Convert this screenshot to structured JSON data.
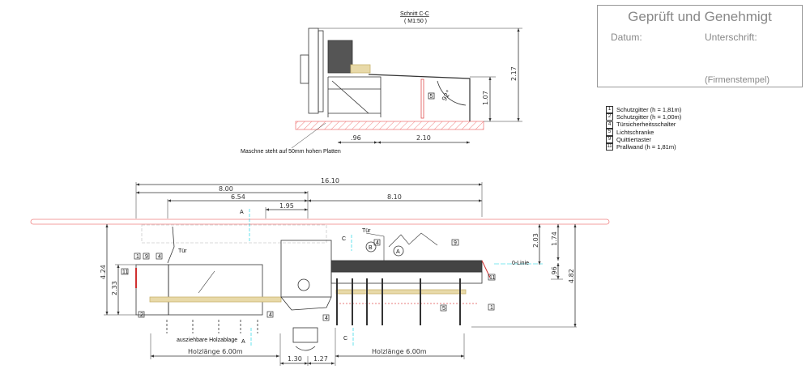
{
  "approval": {
    "title": "Geprüft und Genehmigt",
    "date_label": "Datum:",
    "signature_label": "Unterschrift:",
    "stamp_label": "(Firmenstempel)"
  },
  "legend": [
    {
      "num": "1",
      "text": "Schutzgitter (h = 1,81m)"
    },
    {
      "num": "2",
      "text": "Schutzgitter (h = 1,00m)"
    },
    {
      "num": "4",
      "text": "Türsicherheitsschalter"
    },
    {
      "num": "5",
      "text": "Lichtschranke"
    },
    {
      "num": "9",
      "text": "Quittiertaster"
    },
    {
      "num": "11",
      "text": "Prallwand (h = 1,81m)"
    }
  ],
  "section": {
    "title": "Schnitt C-C",
    "scale": "( M1:50 )",
    "note": "Maschne steht auf 50mm hohen Platten",
    "dims": {
      "d096": ".96",
      "d210": "2.10",
      "d217": "2.17",
      "d107": "1.07",
      "angle": "92°"
    },
    "marker": "5"
  },
  "plan": {
    "dims": {
      "total": "16.10",
      "left": "8.00",
      "right": "8.10",
      "d654": "6.54",
      "d195": "1.95",
      "d424": "4.24",
      "d233": "2.33",
      "d203": "2.03",
      "d174": "1.74",
      "d096": ".96",
      "d482": "4.82",
      "d130": "1.30",
      "d127": "1.27"
    },
    "wood_length_left": "Holzlänge  6.00m",
    "wood_length_right": "Holzlänge  6.00m",
    "extendable": "ausziehbare Holzablage",
    "zero_line": "0-Linie",
    "door": "Tür",
    "section_a": "A",
    "section_c": "C",
    "circle_a": "A",
    "circle_b": "B",
    "markers": {
      "m1": "1",
      "m2": "2",
      "m4": "4",
      "m5": "5",
      "m9": "9",
      "m11": "11"
    }
  },
  "colors": {
    "wall": "#f08080",
    "wood": "#e8d9a8",
    "line": "#333333",
    "axis": "#00d0e0"
  }
}
